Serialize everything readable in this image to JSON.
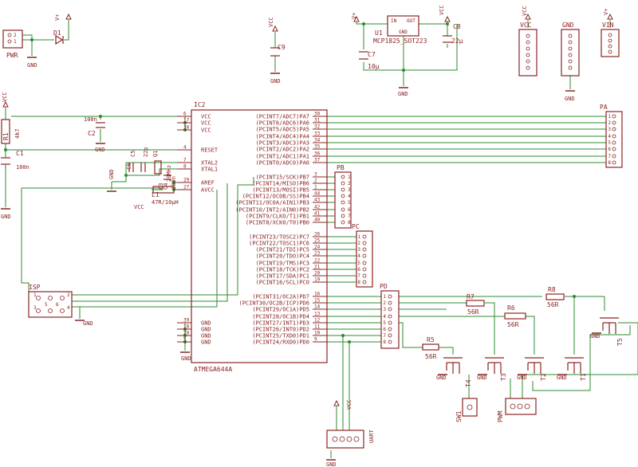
{
  "parts": {
    "pwr": {
      "name": "PWR",
      "pins": [
        "2",
        "1"
      ]
    },
    "d1": "D1",
    "gnd": "GND",
    "vcc": "VCC",
    "vplus": "V+",
    "vin": "VIN",
    "c9": "C9",
    "u1": {
      "name": "U1",
      "value": "MCP1825_SOT223",
      "in": "IN",
      "out": "OUT",
      "gnd": "GND"
    },
    "c7": {
      "name": "C7",
      "value": "10µ"
    },
    "c8": {
      "name": "C8",
      "value": "22µ"
    },
    "r1": {
      "name": "R1",
      "value": "4k7"
    },
    "c1": {
      "name": "C1",
      "value": "100n"
    },
    "c2": {
      "name": "C2",
      "value": "100n"
    },
    "c5": {
      "name": "C5",
      "value": "22p"
    },
    "c6": "C6",
    "q1": {
      "name": "Q1",
      "value": "20MHz"
    },
    "c4": "C4",
    "c3": "C3",
    "c3_value": "100n",
    "l1": {
      "name": "L1",
      "value": "47R/10µH"
    },
    "ic2": {
      "name": "IC2",
      "value": "ATMEGA644A"
    },
    "pa": "PA",
    "pb": "PB",
    "pc": "PC",
    "pd": "PD",
    "isp": "ISP",
    "uart": "UART",
    "pwm": "PWM",
    "sw1": "SW1",
    "r5": {
      "name": "R5",
      "value": "56R"
    },
    "r6": {
      "name": "R6",
      "value": "56R"
    },
    "r7": {
      "name": "R7",
      "value": "56R"
    },
    "r8": {
      "name": "R8",
      "value": "56R"
    },
    "t1": "T1",
    "t2": "T2",
    "t3": "T3",
    "t4": "T4",
    "t5": "T5"
  },
  "ic_left": [
    {
      "pin": "6",
      "name": "VCC"
    },
    {
      "pin": "17",
      "name": "VCC"
    },
    {
      "pin": "38",
      "name": "VCC"
    },
    {
      "pin": "4",
      "name": "RESET"
    },
    {
      "pin": "7",
      "name": "XTAL2"
    },
    {
      "pin": "8",
      "name": "XTAL1"
    },
    {
      "pin": "29",
      "name": "AREF"
    },
    {
      "pin": "27",
      "name": "AVCC"
    },
    {
      "pin": "39",
      "name": "GND"
    },
    {
      "pin": "18",
      "name": "GND"
    },
    {
      "pin": "28",
      "name": "GND"
    },
    {
      "pin": "5",
      "name": "GND"
    }
  ],
  "ic_right": [
    {
      "pin": "30",
      "name": "(PCINT7/ADC7)PA7"
    },
    {
      "pin": "31",
      "name": "(PCINT6/ADC6)PA6"
    },
    {
      "pin": "32",
      "name": "(PCINT5/ADC5)PA5"
    },
    {
      "pin": "33",
      "name": "(PCINT4/ADC4)PA4"
    },
    {
      "pin": "34",
      "name": "(PCINT3/ADC3)PA3"
    },
    {
      "pin": "35",
      "name": "(PCINT2/ADC2)PA2"
    },
    {
      "pin": "36",
      "name": "(PCINT1/ADC1)PA1"
    },
    {
      "pin": "37",
      "name": "(PCINT0/ADC0)PA0"
    },
    {
      "pin": "3",
      "name": "(PCINT15/SCK)PB7"
    },
    {
      "pin": "2",
      "name": "(PCINT14/MISO)PB6"
    },
    {
      "pin": "1",
      "name": "(PCINT13/MOSI)PB5"
    },
    {
      "pin": "44",
      "name": "(PCINT12/OC0B/SS)PB4"
    },
    {
      "pin": "43",
      "name": "(PCINT11/OC0A/AIN1)PB3"
    },
    {
      "pin": "42",
      "name": "(PCINT10/INT2/AIN0)PB2"
    },
    {
      "pin": "41",
      "name": "(PCINT9/CLKO/T1)PB1"
    },
    {
      "pin": "40",
      "name": "(PCINT8/XCK0/T0)PB0"
    },
    {
      "pin": "26",
      "name": "(PCINT23/TOSC2)PC7"
    },
    {
      "pin": "25",
      "name": "(PCINT22/TOSC1)PC6"
    },
    {
      "pin": "24",
      "name": "(PCINT21/TDI)PC5"
    },
    {
      "pin": "23",
      "name": "(PCINT20/TDO)PC4"
    },
    {
      "pin": "22",
      "name": "(PCINT19/TMS)PC3"
    },
    {
      "pin": "21",
      "name": "(PCINT18/TCK)PC2"
    },
    {
      "pin": "20",
      "name": "(PCINT17/SDA)PC1"
    },
    {
      "pin": "19",
      "name": "(PCINT16/SCL)PC0"
    },
    {
      "pin": "16",
      "name": "(PCINT31/OC2A)PD7"
    },
    {
      "pin": "15",
      "name": "(PCINT30/OC2B/ICP)PD6"
    },
    {
      "pin": "14",
      "name": "(PCINT29/OC1A)PD5"
    },
    {
      "pin": "13",
      "name": "(PCINT28/OC1B)PD4"
    },
    {
      "pin": "12",
      "name": "(PCINT27/INT1)PD3"
    },
    {
      "pin": "11",
      "name": "(PCINT26/INT0)PD2"
    },
    {
      "pin": "10",
      "name": "(PCINT25/TXD0)PD1"
    },
    {
      "pin": "9",
      "name": "(PCINT24/RXD0)PD0"
    }
  ],
  "pa_pins": [
    "1",
    "2",
    "3",
    "4",
    "5",
    "6",
    "7",
    "8"
  ],
  "pb_pins": [
    "1",
    "2",
    "3",
    "4",
    "5",
    "6",
    "7",
    "8"
  ],
  "pc_pins": [
    "1",
    "2",
    "3",
    "4",
    "5",
    "6",
    "7",
    "8"
  ],
  "pd_pins": [
    "1",
    "2",
    "3",
    "4",
    "5",
    "6",
    "7",
    "8"
  ],
  "isp_pins": [
    "1",
    "2",
    "3",
    "4",
    "5",
    "6"
  ],
  "colors": {
    "net": "#2e8b2e",
    "part": "#8b2323",
    "junction": "#2e8b2e"
  }
}
